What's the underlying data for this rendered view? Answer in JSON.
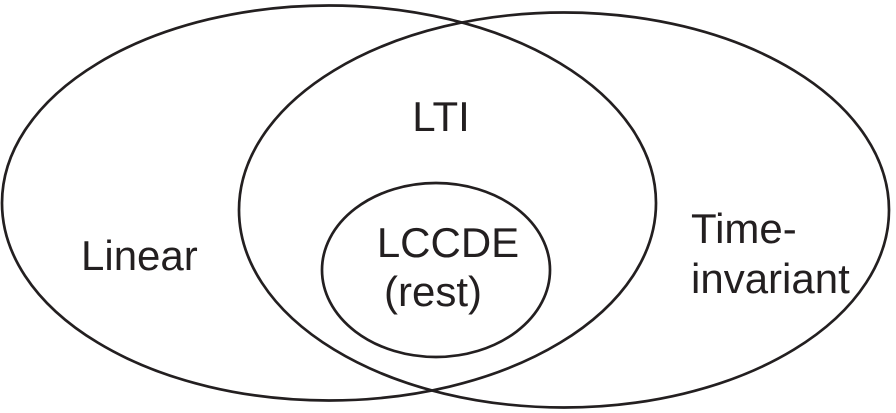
{
  "venn": {
    "type": "venn-diagram",
    "background_color": "#ffffff",
    "stroke_color": "#231f20",
    "text_color": "#231f20",
    "left_set": {
      "label": "Linear"
    },
    "right_set": {
      "label_line1": "Time-",
      "label_line2": "invariant"
    },
    "intersection": {
      "label": "LTI"
    },
    "inner_set": {
      "label_line1": "LCCDE",
      "label_line2": "(rest)"
    }
  }
}
